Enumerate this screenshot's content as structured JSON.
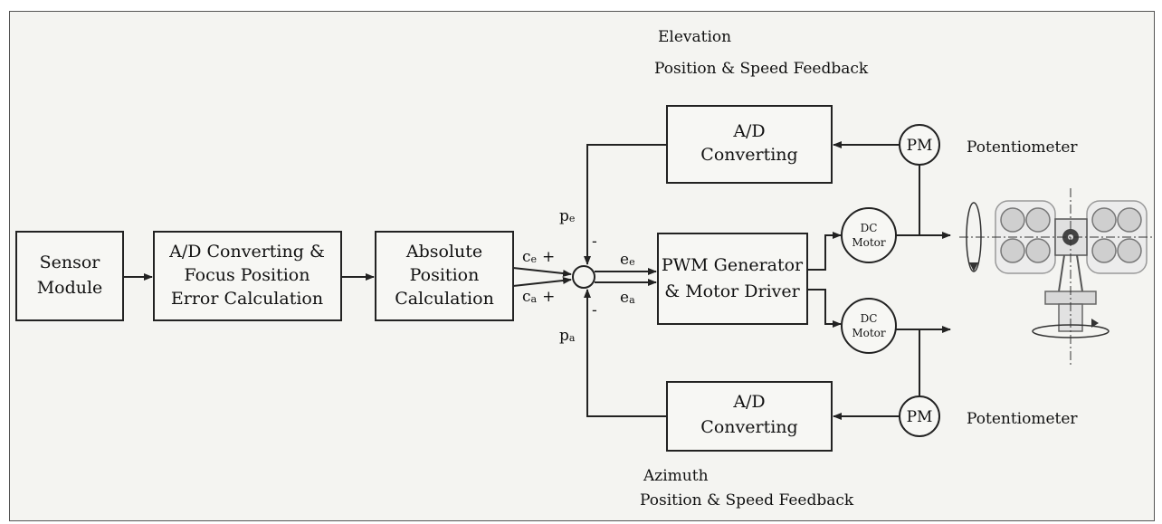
{
  "blocks": {
    "sensor": [
      "Sensor",
      "Module"
    ],
    "ad_focus": [
      "A/D Converting &",
      "Focus Position",
      "Error Calculation"
    ],
    "absolute": [
      "Absolute",
      "Position",
      "Calculation"
    ],
    "pwm": [
      "PWM Generator",
      "& Motor  Driver"
    ],
    "ad_elev": [
      "A/D",
      "Converting"
    ],
    "ad_azim": [
      "A/D",
      "Converting"
    ]
  },
  "motors": {
    "upper": [
      "DC",
      "Motor"
    ],
    "lower": [
      "DC",
      "Motor"
    ]
  },
  "pm": {
    "upper": "PM",
    "lower": "PM"
  },
  "labels": {
    "elevation_title": "Elevation",
    "elevation_feedback": "Position & Speed Feedback",
    "azimuth_title": "Azimuth",
    "azimuth_feedback": "Position & Speed Feedback",
    "pot_upper": "Potentiometer",
    "pot_lower": "Potentiometer"
  },
  "signals": {
    "ce": {
      "main": "c",
      "sub": "e",
      "sign": "+"
    },
    "ca": {
      "main": "c",
      "sub": "a",
      "sign": "+"
    },
    "pe": {
      "main": "p",
      "sub": "e",
      "sign": "-"
    },
    "pa": {
      "main": "p",
      "sub": "a",
      "sign": "-"
    },
    "ee": {
      "main": "e",
      "sub": "e"
    },
    "ea": {
      "main": "e",
      "sub": "a"
    }
  }
}
